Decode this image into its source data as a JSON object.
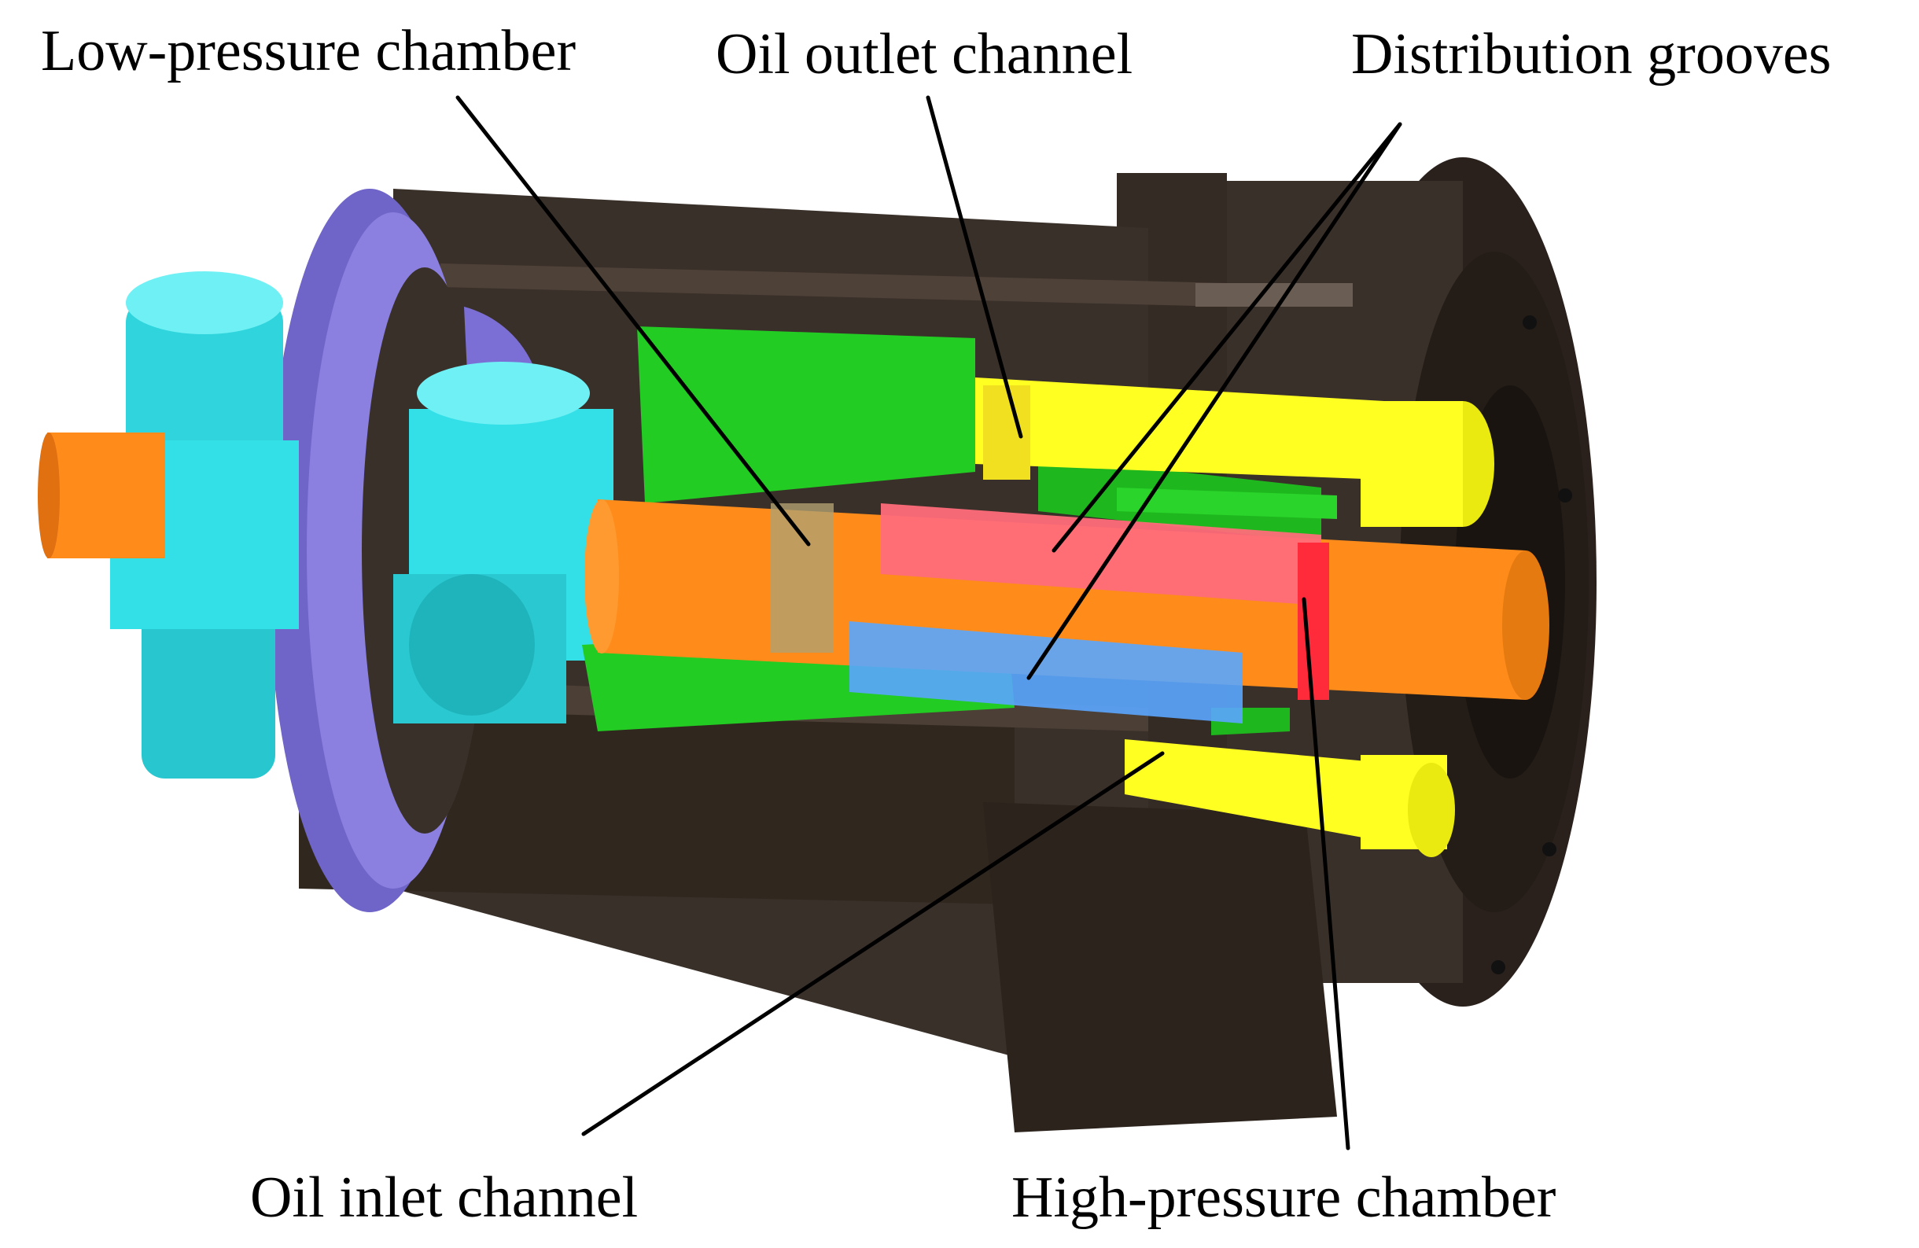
{
  "labels": {
    "low_pressure_chamber": "Low-pressure chamber",
    "oil_outlet_channel": "Oil outlet channel",
    "distribution_grooves": "Distribution grooves",
    "oil_inlet_channel": "Oil inlet channel",
    "high_pressure_chamber": "High-pressure chamber"
  },
  "colors": {
    "housing": "#3a302a",
    "housing_dark": "#231c17",
    "housing_light": "#5a4c42",
    "end_plate": "#7b6fd6",
    "coupling": "#33e0e8",
    "shaft": "#ff8c1a",
    "sleeve": "#22cc22",
    "plunger": "#ffff22",
    "groove_pink": "#ff6b7a",
    "groove_blue": "#5aa6ff",
    "leader": "#000000"
  }
}
